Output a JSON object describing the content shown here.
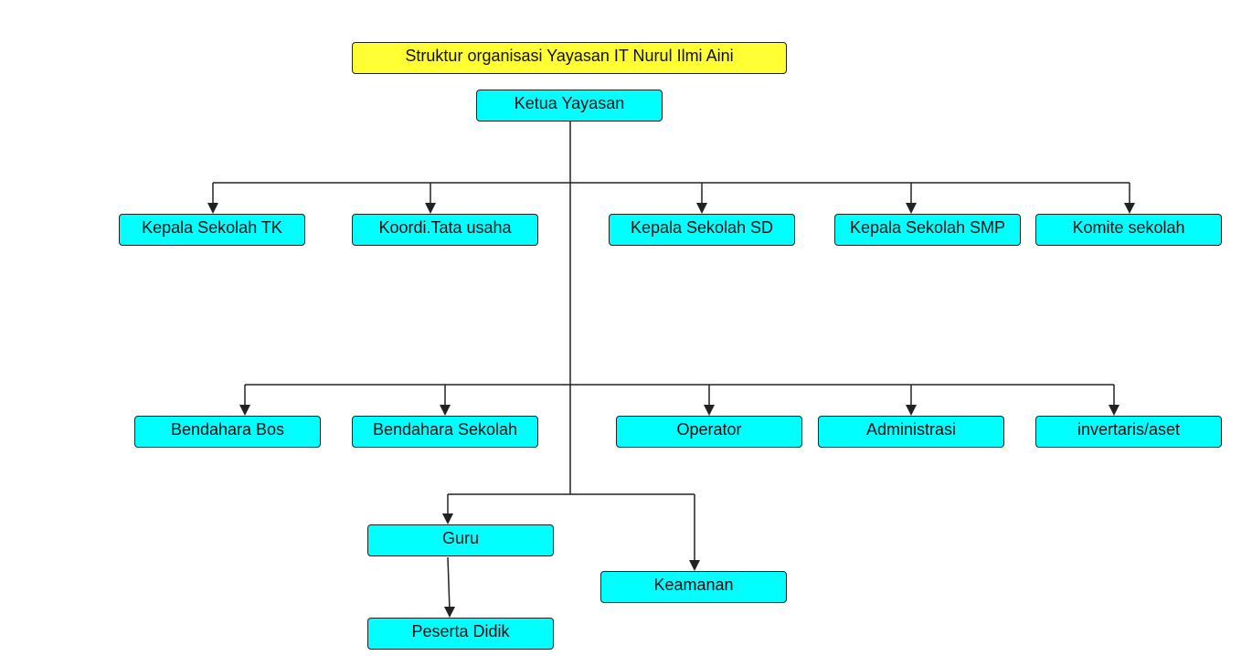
{
  "diagram": {
    "title": "Struktur organisasi Yayasan IT Nurul Ilmi Aini",
    "root": "Ketua Yayasan",
    "row1": [
      "Kepala Sekolah TK",
      "Koordi.Tata usaha",
      "Kepala Sekolah SD",
      "Kepala Sekolah SMP",
      "Komite sekolah"
    ],
    "row2": [
      "Bendahara Bos",
      "Bendahara Sekolah",
      "Operator",
      "Administrasi",
      "invertaris/aset"
    ],
    "guru": "Guru",
    "keamanan": "Keamanan",
    "peserta": "Peserta Didik"
  },
  "colors": {
    "title_fill": "#ffff33",
    "node_fill": "#00ffff",
    "stroke": "#222222",
    "background": "#ffffff"
  }
}
